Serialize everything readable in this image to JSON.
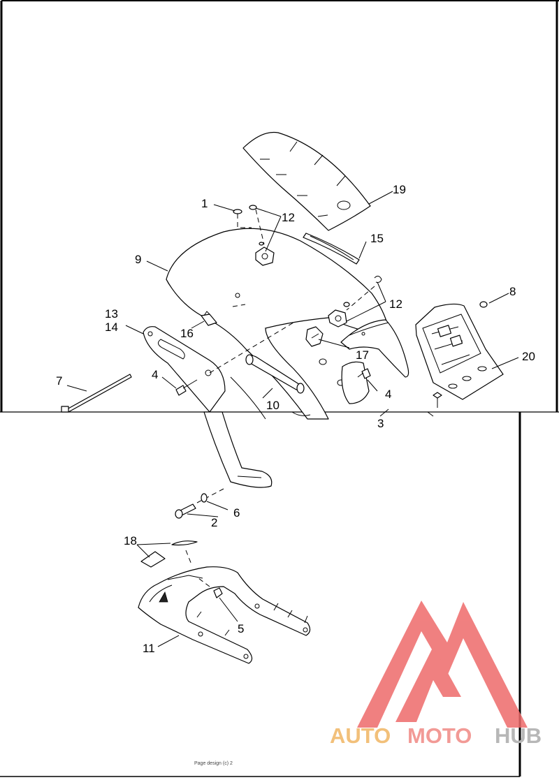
{
  "callouts": {
    "c1": "1",
    "c2": "2",
    "c3": "3",
    "c4a": "4",
    "c4b": "4",
    "c5": "5",
    "c6": "6",
    "c7": "7",
    "c8": "8",
    "c9": "9",
    "c10": "10",
    "c11": "11",
    "c12a": "12",
    "c12b": "12",
    "c13": "13",
    "c14": "14",
    "c15": "15",
    "c16": "16",
    "c17": "17",
    "c18": "18",
    "c19": "19",
    "c20": "20"
  },
  "footer": {
    "text": "Page design (c) 2"
  },
  "watermark": {
    "part1": "AUTO",
    "part2": "MOTO",
    "part3": "HUB",
    "color1": "#f2c07a",
    "color2": "#f29a96",
    "color3": "#b7b7b7",
    "logo_color": "#ee6a6a"
  }
}
